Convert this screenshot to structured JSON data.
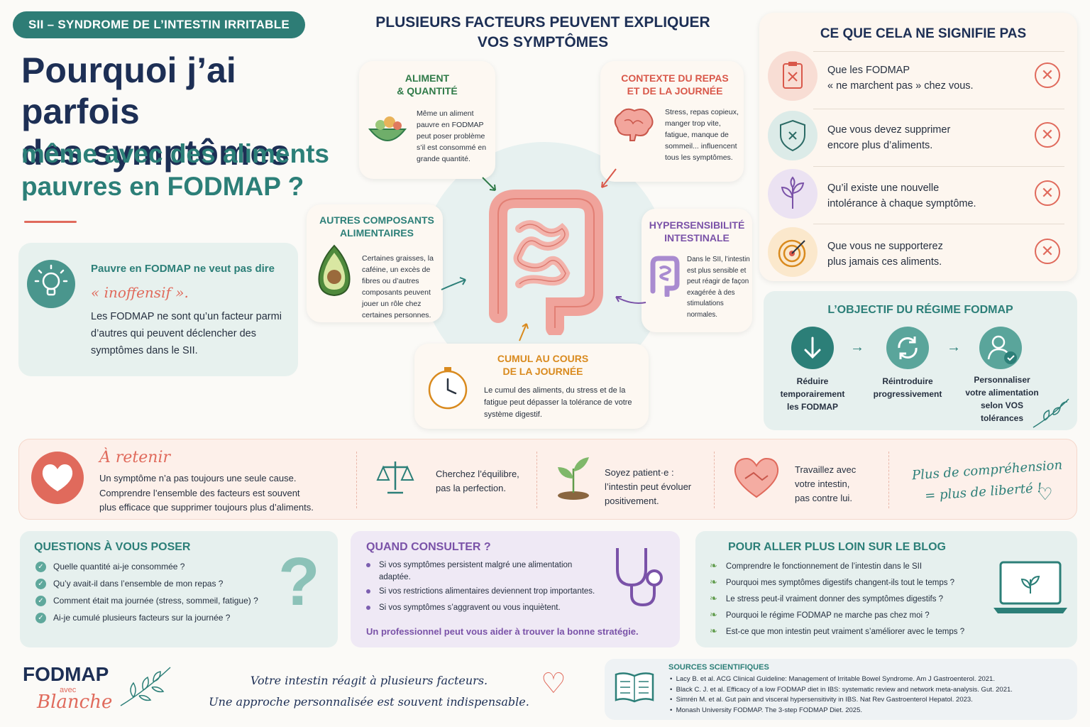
{
  "header": {
    "tag": "SII – SYNDROME DE L’INTESTIN IRRITABLE",
    "title_line1": "Pourquoi j’ai parfois",
    "title_line2": "des symptômes",
    "subtitle_line1": "même avec des aliments",
    "subtitle_line2": "pauvres en FODMAP ?"
  },
  "lowfodmap_box": {
    "heading": "Pauvre en FODMAP ne veut pas dire",
    "emphasis": "« inoffensif ».",
    "text": "Les FODMAP ne sont qu’un facteur parmi d’autres qui peuvent déclencher des symptômes dans le SII."
  },
  "factors": {
    "heading_line1": "PLUSIEURS FACTEURS PEUVENT EXPLIQUER",
    "heading_line2": "VOS SYMPTÔMES",
    "items": [
      {
        "title_l1": "ALIMENT",
        "title_l2": "& QUANTITÉ",
        "text": "Même un aliment pauvre en FODMAP peut poser problème s’il est consommé en grande quantité.",
        "color": "#2f7a48",
        "icon": "salad-bowl-icon"
      },
      {
        "title_l1": "CONTEXTE DU REPAS",
        "title_l2": "ET DE LA JOURNÉE",
        "text": "Stress, repas copieux, manger trop vite, fatigue, manque de sommeil... influencent tous les symptômes.",
        "color": "#d9584a",
        "icon": "brain-icon"
      },
      {
        "title_l1": "AUTRES COMPOSANTS",
        "title_l2": "ALIMENTAIRES",
        "text": "Certaines graisses, la caféine, un excès de fibres ou d’autres composants peuvent jouer un rôle chez certaines personnes.",
        "color": "#2c7f78",
        "icon": "avocado-icon"
      },
      {
        "title_l1": "HYPERSENSIBILITÉ",
        "title_l2": "INTESTINALE",
        "text": "Dans le SII, l’intestin est plus sensible et peut réagir de façon exagérée à des stimulations normales.",
        "color": "#7a52a8",
        "icon": "intestine-icon"
      },
      {
        "title_l1": "CUMUL AU COURS",
        "title_l2": "DE LA JOURNÉE",
        "text": "Le cumul des aliments, du stress et de la fatigue peut dépasser la tolérance de votre système digestif.",
        "color": "#d98a1e",
        "icon": "clock-icon"
      }
    ]
  },
  "not_mean": {
    "heading": "CE QUE CELA NE SIGNIFIE PAS",
    "items": [
      {
        "l1": "Que les FODMAP",
        "l2": "« ne marchent pas » chez vous.",
        "icon": "clipboard-x-icon"
      },
      {
        "l1": "Que vous devez supprimer",
        "l2": "encore plus d’aliments.",
        "icon": "shield-x-icon"
      },
      {
        "l1": "Qu’il existe une nouvelle",
        "l2": "intolérance à chaque symptôme.",
        "icon": "plant-icon"
      },
      {
        "l1": "Que vous ne supporterez",
        "l2": "plus jamais ces aliments.",
        "icon": "target-icon"
      }
    ],
    "x_glyph": "✕"
  },
  "objective": {
    "heading": "L’OBJECTIF DU RÉGIME FODMAP",
    "steps": [
      {
        "l1": "Réduire",
        "l2": "temporairement",
        "l3": "les FODMAP"
      },
      {
        "l1": "Réintroduire",
        "l2": "progressivement",
        "l3": ""
      },
      {
        "l1": "Personnaliser",
        "l2": "votre alimentation",
        "l3": "selon VOS",
        "l4": "tolérances"
      }
    ],
    "arrow": "→"
  },
  "retenir": {
    "heading": "À retenir",
    "text_l1": "Un symptôme n’a pas toujours une seule cause.",
    "text_l2": "Comprendre l’ensemble des facteurs est souvent",
    "text_l3": "plus efficace que supprimer toujours plus d’aliments.",
    "tips": [
      {
        "l1": "Cherchez l’équilibre,",
        "l2": "pas la perfection.",
        "l3": "",
        "icon": "scale-icon"
      },
      {
        "l1": "Soyez patient·e :",
        "l2": "l’intestin peut évoluer",
        "l3": "positivement.",
        "icon": "sprout-icon"
      },
      {
        "l1": "Travaillez avec",
        "l2": "votre intestin,",
        "l3": "pas contre lui.",
        "icon": "heart-handshake-icon"
      }
    ],
    "motto_l1": "Plus de compréhension",
    "motto_l2": "= plus de liberté !"
  },
  "questions": {
    "heading": "QUESTIONS À VOUS POSER",
    "items": [
      "Quelle quantité ai-je consommée ?",
      "Qu’y avait-il dans l’ensemble de mon repas ?",
      "Comment était ma journée (stress, sommeil, fatigue) ?",
      "Ai-je cumulé plusieurs facteurs sur la journée ?"
    ]
  },
  "consult": {
    "heading": "QUAND CONSULTER ?",
    "items": [
      "Si vos symptômes persistent malgré une alimentation",
      "adaptée.",
      "Si vos restrictions alimentaires deviennent trop importantes.",
      "Si vos symptômes s’aggravent ou vous inquiètent."
    ],
    "footer": "Un professionnel peut vous aider à trouver la bonne stratégie."
  },
  "blog": {
    "heading": "POUR ALLER PLUS LOIN SUR LE BLOG",
    "items": [
      "Comprendre le fonctionnement de l’intestin dans le SII",
      "Pourquoi mes symptômes digestifs changent-ils tout le temps ?",
      "Le stress peut-il vraiment donner des symptômes digestifs ?",
      "Pourquoi le régime FODMAP ne marche pas chez moi ?",
      "Est-ce que mon intestin peut vraiment s’améliorer avec le temps ?"
    ]
  },
  "footer": {
    "brand_top": "FODMAP",
    "brand_mid": "avec",
    "brand_bottom": "Blanche",
    "quote_l1": "Votre intestin réagit à plusieurs facteurs.",
    "quote_l2": "Une approche personnalisée est souvent indispensable."
  },
  "sources": {
    "heading": "SOURCES SCIENTIFIQUES",
    "items": [
      "Lacy B. et al. ACG Clinical Guideline: Management of Irritable Bowel Syndrome. Am J Gastroenterol. 2021.",
      "Black C. J. et al. Efficacy of a low FODMAP diet in IBS: systematic review and network meta-analysis. Gut. 2021.",
      "Simrén M. et al. Gut pain and visceral hypersensitivity in IBS. Nat Rev Gastroenterol Hepatol. 2023.",
      "Monash University FODMAP. The 3-step FODMAP Diet. 2025."
    ]
  }
}
